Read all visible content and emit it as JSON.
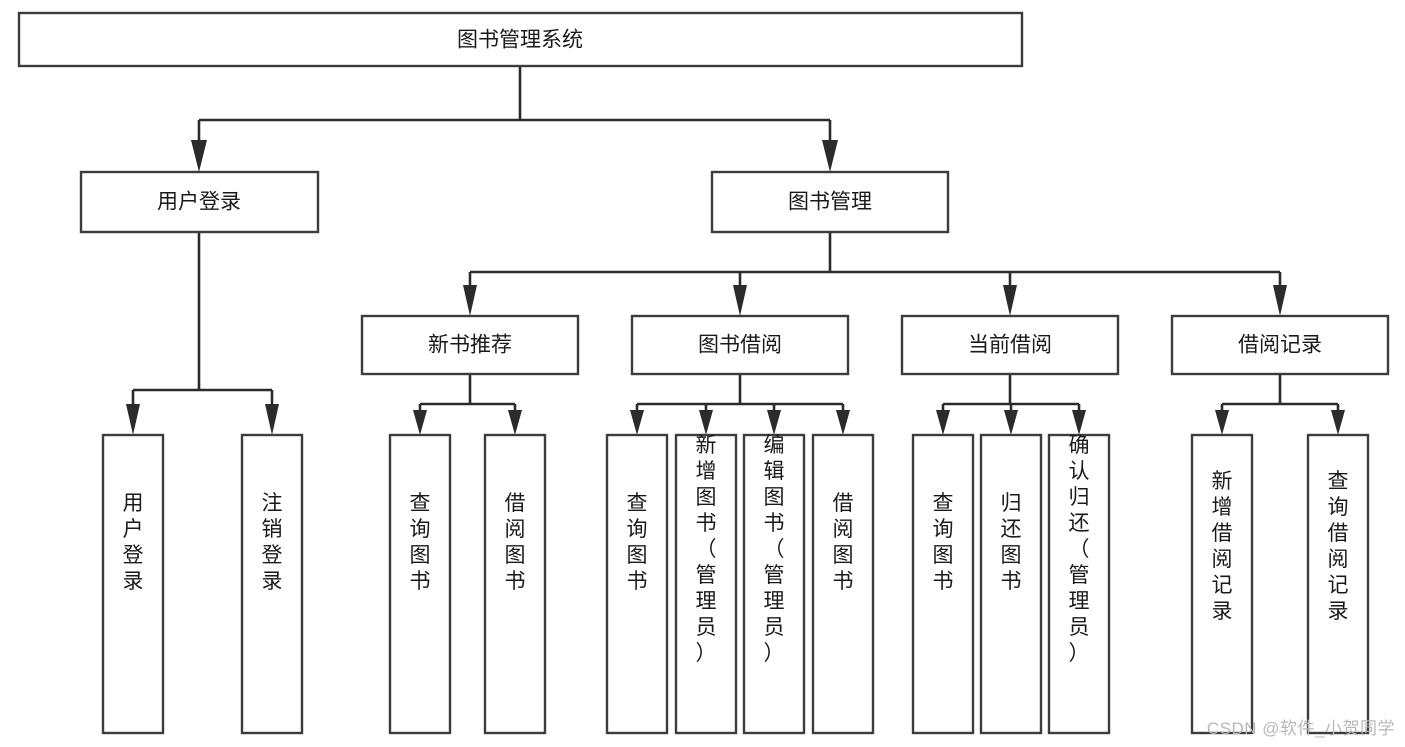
{
  "diagram": {
    "type": "tree-hierarchy",
    "title": "图书管理系统",
    "orientation": "top-down",
    "colors": {
      "box_fill": "#ffffff",
      "box_stroke": "#3c3c3c",
      "connector": "#2b2b2b",
      "text": "#1a1a1a",
      "watermark": "#b8b8b8",
      "background": "#ffffff"
    },
    "levels": {
      "level1": [
        "图书管理系统"
      ],
      "level2": [
        "用户登录",
        "图书管理"
      ],
      "level3": [
        "新书推荐",
        "图书借阅",
        "当前借阅",
        "借阅记录"
      ],
      "level4": [
        "用户登录",
        "注销登录",
        "查询图书",
        "借阅图书",
        "查询图书",
        "新增图书（管理员）",
        "编辑图书（管理员）",
        "借阅图书",
        "查询图书",
        "归还图书",
        "确认归还（管理员）",
        "新增借阅记录",
        "查询借阅记录"
      ]
    },
    "nodes": {
      "root": {
        "id": "root",
        "label": "图书管理系统",
        "orientation": "horizontal"
      },
      "user_login": {
        "id": "user_login",
        "label": "用户登录",
        "orientation": "horizontal"
      },
      "book_manage": {
        "id": "book_manage",
        "label": "图书管理",
        "orientation": "horizontal"
      },
      "new_book_rec": {
        "id": "new_book_rec",
        "label": "新书推荐",
        "orientation": "horizontal"
      },
      "book_borrow": {
        "id": "book_borrow",
        "label": "图书借阅",
        "orientation": "horizontal"
      },
      "current_borrow": {
        "id": "current_borrow",
        "label": "当前借阅",
        "orientation": "horizontal"
      },
      "borrow_record": {
        "id": "borrow_record",
        "label": "借阅记录",
        "orientation": "horizontal"
      },
      "leaf_1": {
        "id": "leaf_1",
        "label": "用户登录",
        "orientation": "vertical",
        "parent": "用户登录"
      },
      "leaf_2": {
        "id": "leaf_2",
        "label": "注销登录",
        "orientation": "vertical",
        "parent": "用户登录"
      },
      "leaf_3": {
        "id": "leaf_3",
        "label": "查询图书",
        "orientation": "vertical",
        "parent": "新书推荐"
      },
      "leaf_4": {
        "id": "leaf_4",
        "label": "借阅图书",
        "orientation": "vertical",
        "parent": "新书推荐"
      },
      "leaf_5": {
        "id": "leaf_5",
        "label": "查询图书",
        "orientation": "vertical",
        "parent": "图书借阅"
      },
      "leaf_6": {
        "id": "leaf_6",
        "label": "新增图书（管理员）",
        "orientation": "vertical",
        "parent": "图书借阅"
      },
      "leaf_7": {
        "id": "leaf_7",
        "label": "编辑图书（管理员）",
        "orientation": "vertical",
        "parent": "图书借阅"
      },
      "leaf_8": {
        "id": "leaf_8",
        "label": "借阅图书",
        "orientation": "vertical",
        "parent": "图书借阅"
      },
      "leaf_9": {
        "id": "leaf_9",
        "label": "查询图书",
        "orientation": "vertical",
        "parent": "当前借阅"
      },
      "leaf_10": {
        "id": "leaf_10",
        "label": "归还图书",
        "orientation": "vertical",
        "parent": "当前借阅"
      },
      "leaf_11": {
        "id": "leaf_11",
        "label": "确认归还（管理员）",
        "orientation": "vertical",
        "parent": "当前借阅"
      },
      "leaf_12": {
        "id": "leaf_12",
        "label": "新增借阅记录",
        "orientation": "vertical",
        "parent": "借阅记录"
      },
      "leaf_13": {
        "id": "leaf_13",
        "label": "查询借阅记录",
        "orientation": "vertical",
        "parent": "借阅记录"
      }
    },
    "edges": [
      {
        "from": "图书管理系统",
        "to": "用户登录"
      },
      {
        "from": "图书管理系统",
        "to": "图书管理"
      },
      {
        "from": "用户登录",
        "to": "用户登录"
      },
      {
        "from": "用户登录",
        "to": "注销登录"
      },
      {
        "from": "图书管理",
        "to": "新书推荐"
      },
      {
        "from": "图书管理",
        "to": "图书借阅"
      },
      {
        "from": "图书管理",
        "to": "当前借阅"
      },
      {
        "from": "图书管理",
        "to": "借阅记录"
      },
      {
        "from": "新书推荐",
        "to": "查询图书"
      },
      {
        "from": "新书推荐",
        "to": "借阅图书"
      },
      {
        "from": "图书借阅",
        "to": "查询图书"
      },
      {
        "from": "图书借阅",
        "to": "新增图书（管理员）"
      },
      {
        "from": "图书借阅",
        "to": "编辑图书（管理员）"
      },
      {
        "from": "图书借阅",
        "to": "借阅图书"
      },
      {
        "from": "当前借阅",
        "to": "查询图书"
      },
      {
        "from": "当前借阅",
        "to": "归还图书"
      },
      {
        "from": "当前借阅",
        "to": "确认归还（管理员）"
      },
      {
        "from": "借阅记录",
        "to": "新增借阅记录"
      },
      {
        "from": "借阅记录",
        "to": "查询借阅记录"
      }
    ]
  },
  "watermark": {
    "text": "CSDN @软件_小贺同学"
  }
}
